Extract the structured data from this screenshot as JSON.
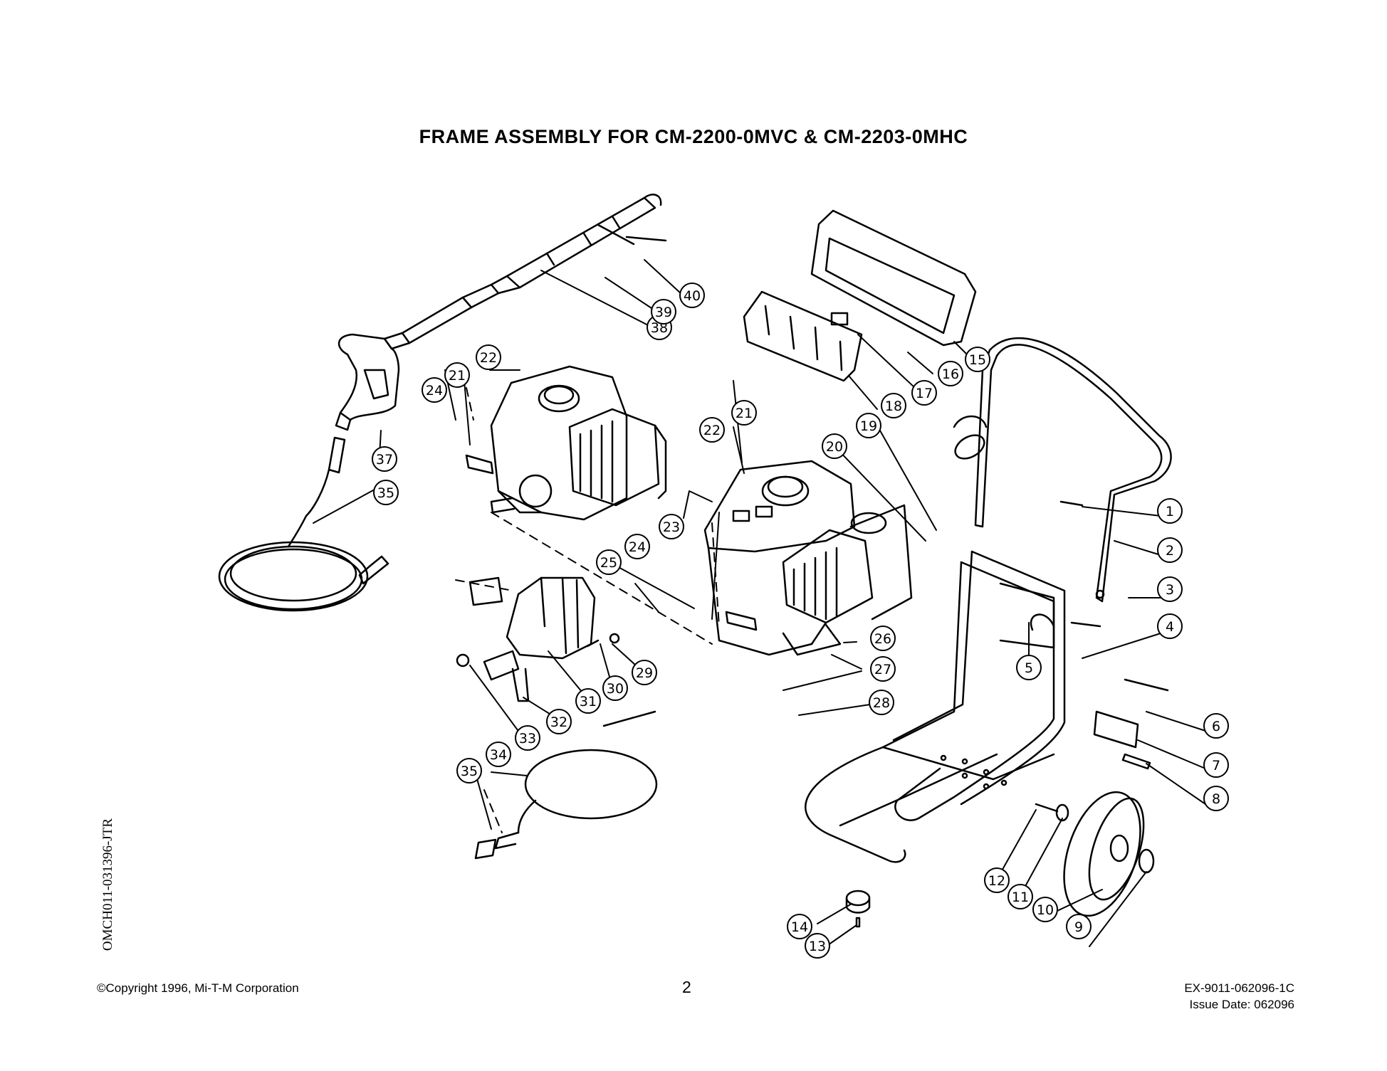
{
  "title": "FRAME ASSEMBLY FOR CM-2200-0MVC & CM-2203-0MHC",
  "side_code": "OMCH011-031396-JTR",
  "footer": {
    "copyright": "©Copyright 1996, Mi-T-M Corporation",
    "page_number": "2",
    "doc_number": "EX-9011-062096-1C",
    "issue_date": "Issue Date: 062096"
  },
  "callouts": [
    "1",
    "2",
    "3",
    "4",
    "5",
    "6",
    "7",
    "8",
    "9",
    "10",
    "11",
    "12",
    "13",
    "14",
    "15",
    "16",
    "17",
    "18",
    "19",
    "20",
    "21",
    "22",
    "23",
    "24",
    "25",
    "26",
    "27",
    "28",
    "29",
    "30",
    "31",
    "32",
    "33",
    "34",
    "35",
    "37",
    "38",
    "39",
    "40"
  ]
}
